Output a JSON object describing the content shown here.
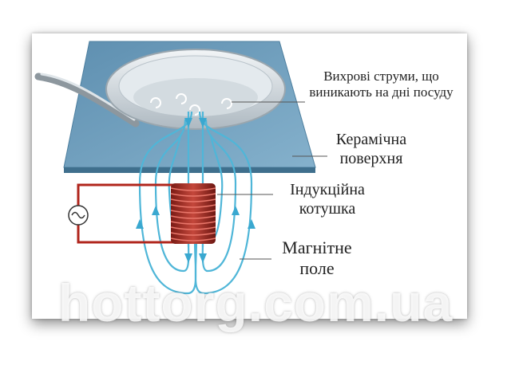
{
  "labels": {
    "eddy_currents": "Вихрові струми, що виникають на дні посуду",
    "ceramic_line1": "Керамічна",
    "ceramic_line2": "поверхня",
    "coil_line1": "Індукційна",
    "coil_line2": "котушка",
    "field_line1": "Магнітне",
    "field_line2": "поле"
  },
  "watermark": "hottorg.com.ua",
  "colors": {
    "cooktop": "#6f9fbe",
    "cooktop_edge": "#4d7f9f",
    "field_lines": "#4fb6d8",
    "coil": "#9c2a22",
    "circuit": "#b0251c",
    "pan": "#c9d2d8"
  }
}
